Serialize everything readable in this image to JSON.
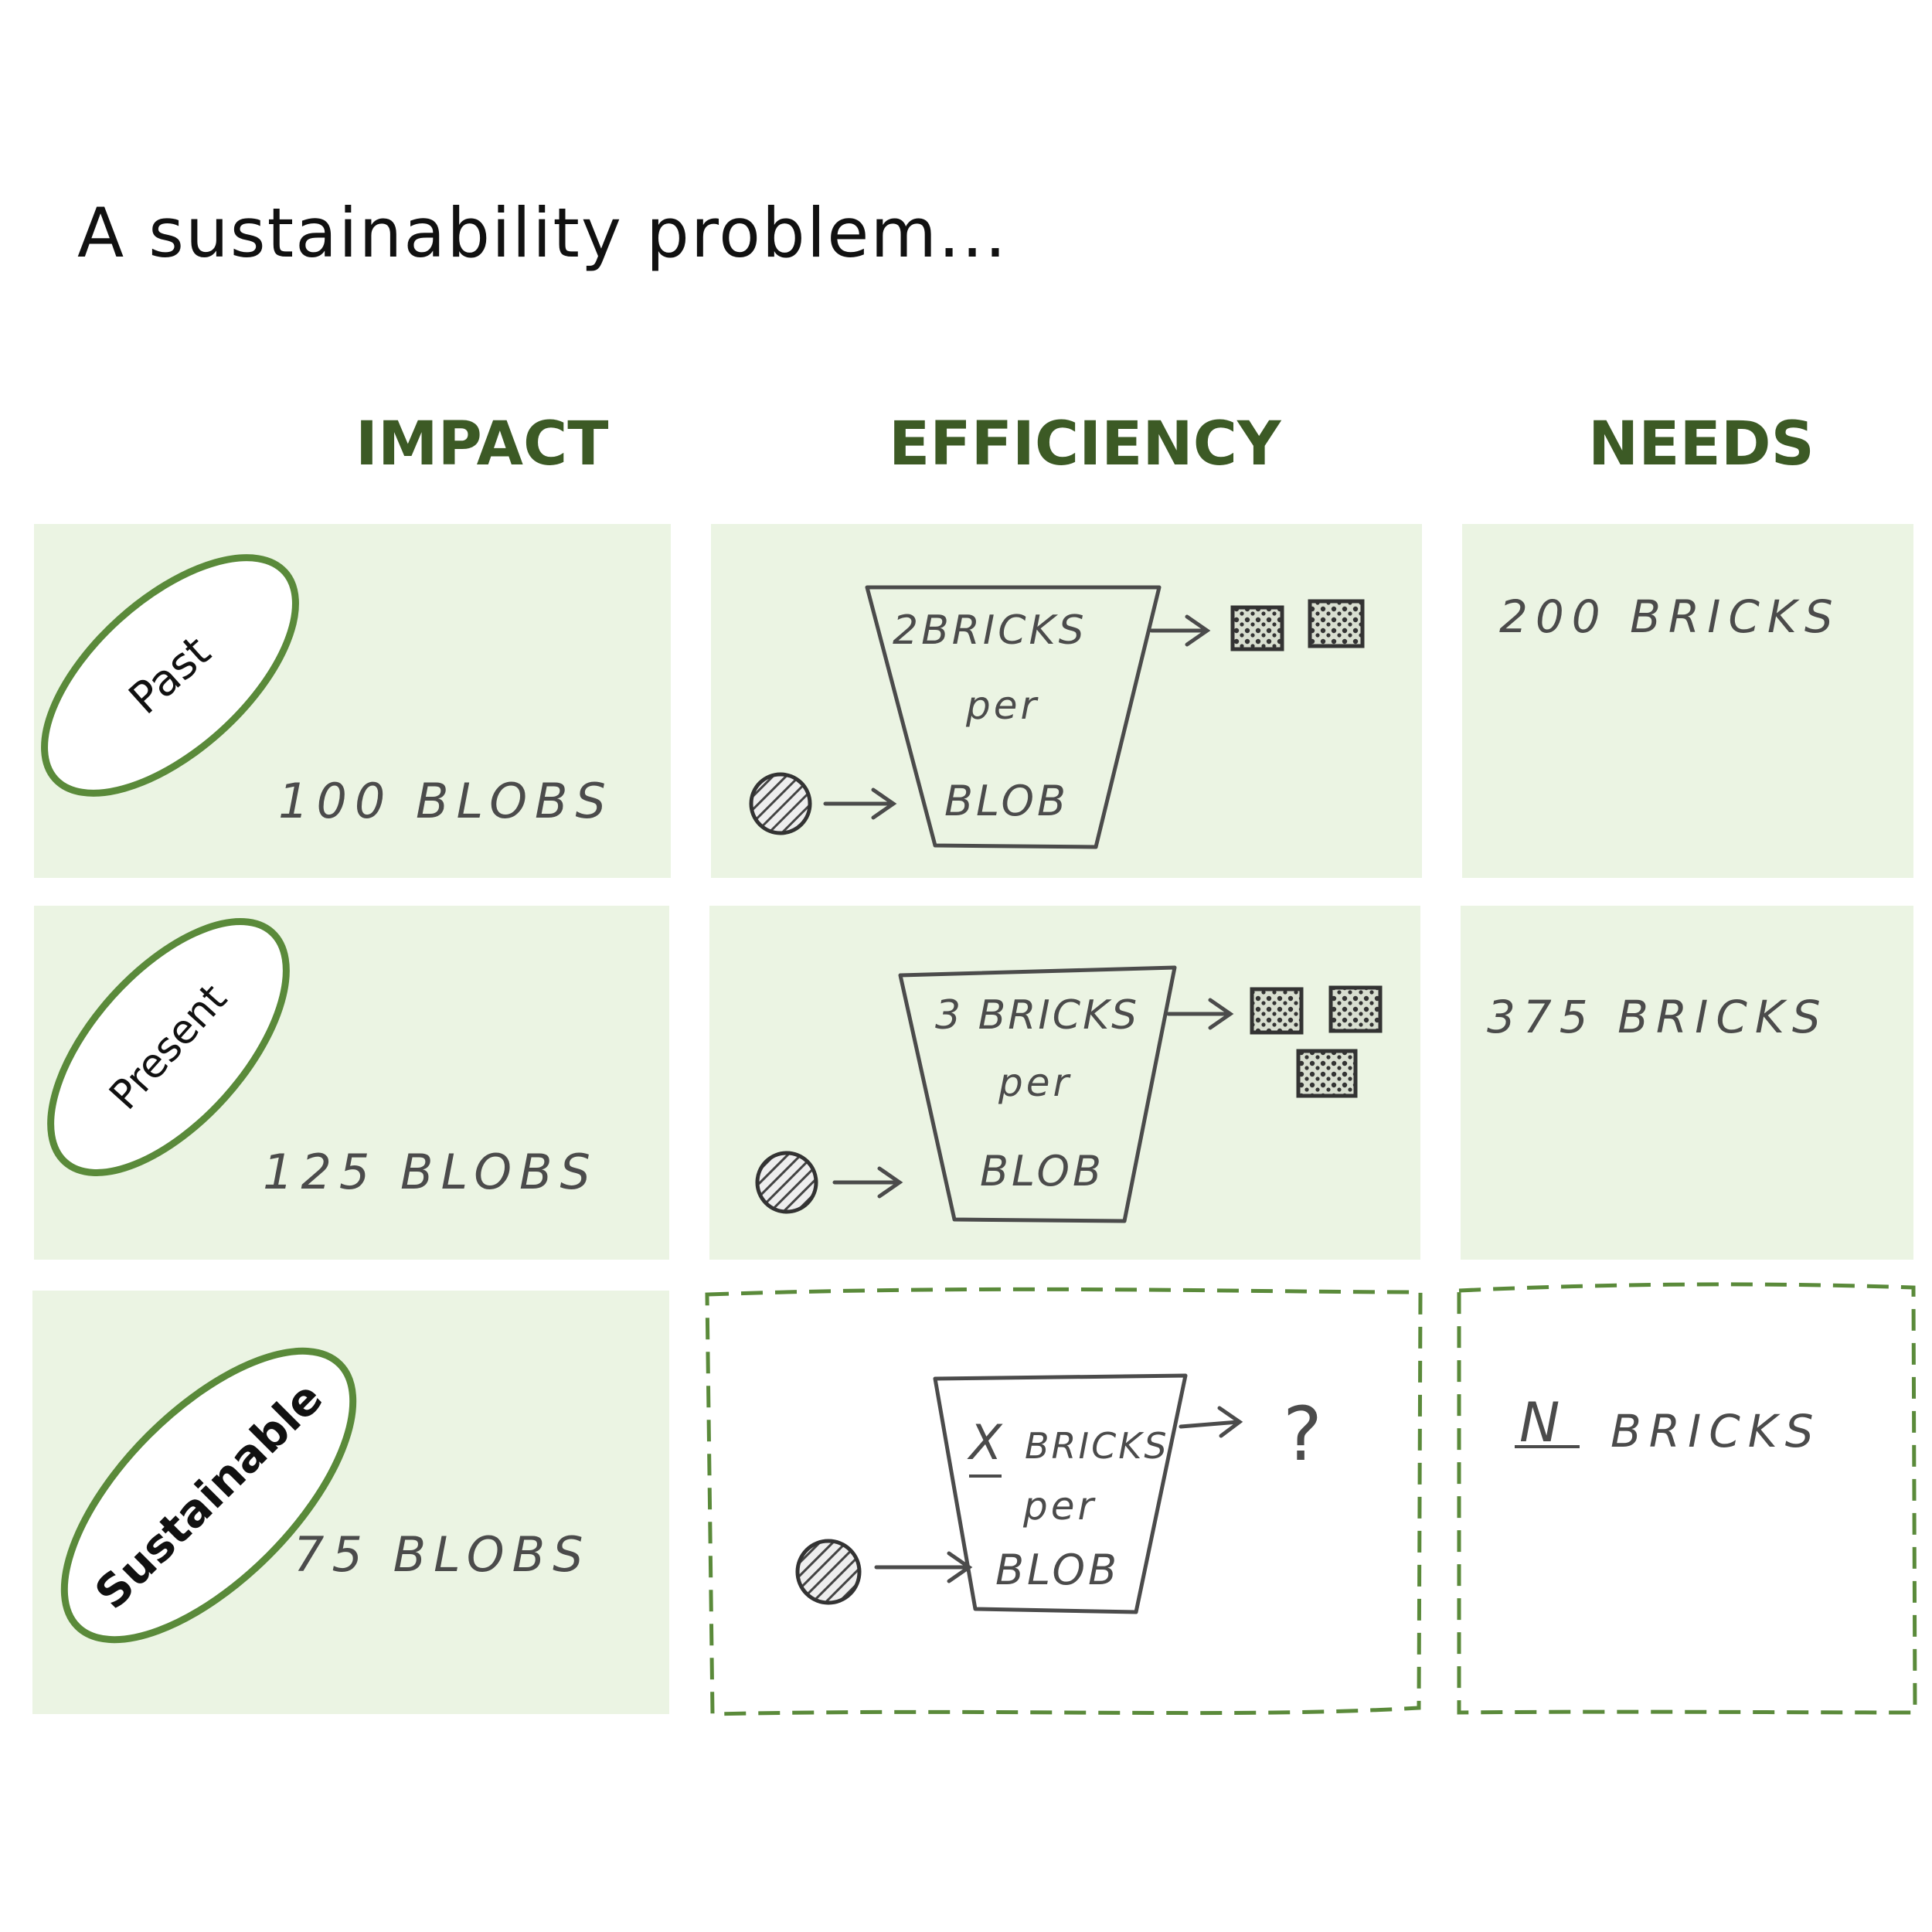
{
  "title": "A sustainability problem...",
  "columns": {
    "impact": "IMPACT",
    "efficiency": "EFFICIENCY",
    "needs": "NEEDS"
  },
  "rows": [
    {
      "period": "Past",
      "impact": "100 BLOBS",
      "eff_top": "2BRICKS",
      "eff_mid": "per",
      "eff_bot": "BLOB",
      "needs": "200 BRICKS"
    },
    {
      "period": "Present",
      "impact": "125 BLOBS",
      "eff_top": "3 BRICKS",
      "eff_mid": "per",
      "eff_bot": "BLOB",
      "needs": "375 BRICKS"
    },
    {
      "period": "Sustainable",
      "impact": "75 BLOBS",
      "eff_top_var": "X",
      "eff_top": "BRICKS",
      "eff_mid": "per",
      "eff_bot": "BLOB",
      "eff_output": "?",
      "needs_var": "N",
      "needs": "BRICKS"
    }
  ],
  "colors": {
    "accent_green": "#5a8a3a",
    "header_green": "#3c5a25",
    "cell_fill": "#ebf4e3",
    "ink": "#4b4b4b"
  }
}
